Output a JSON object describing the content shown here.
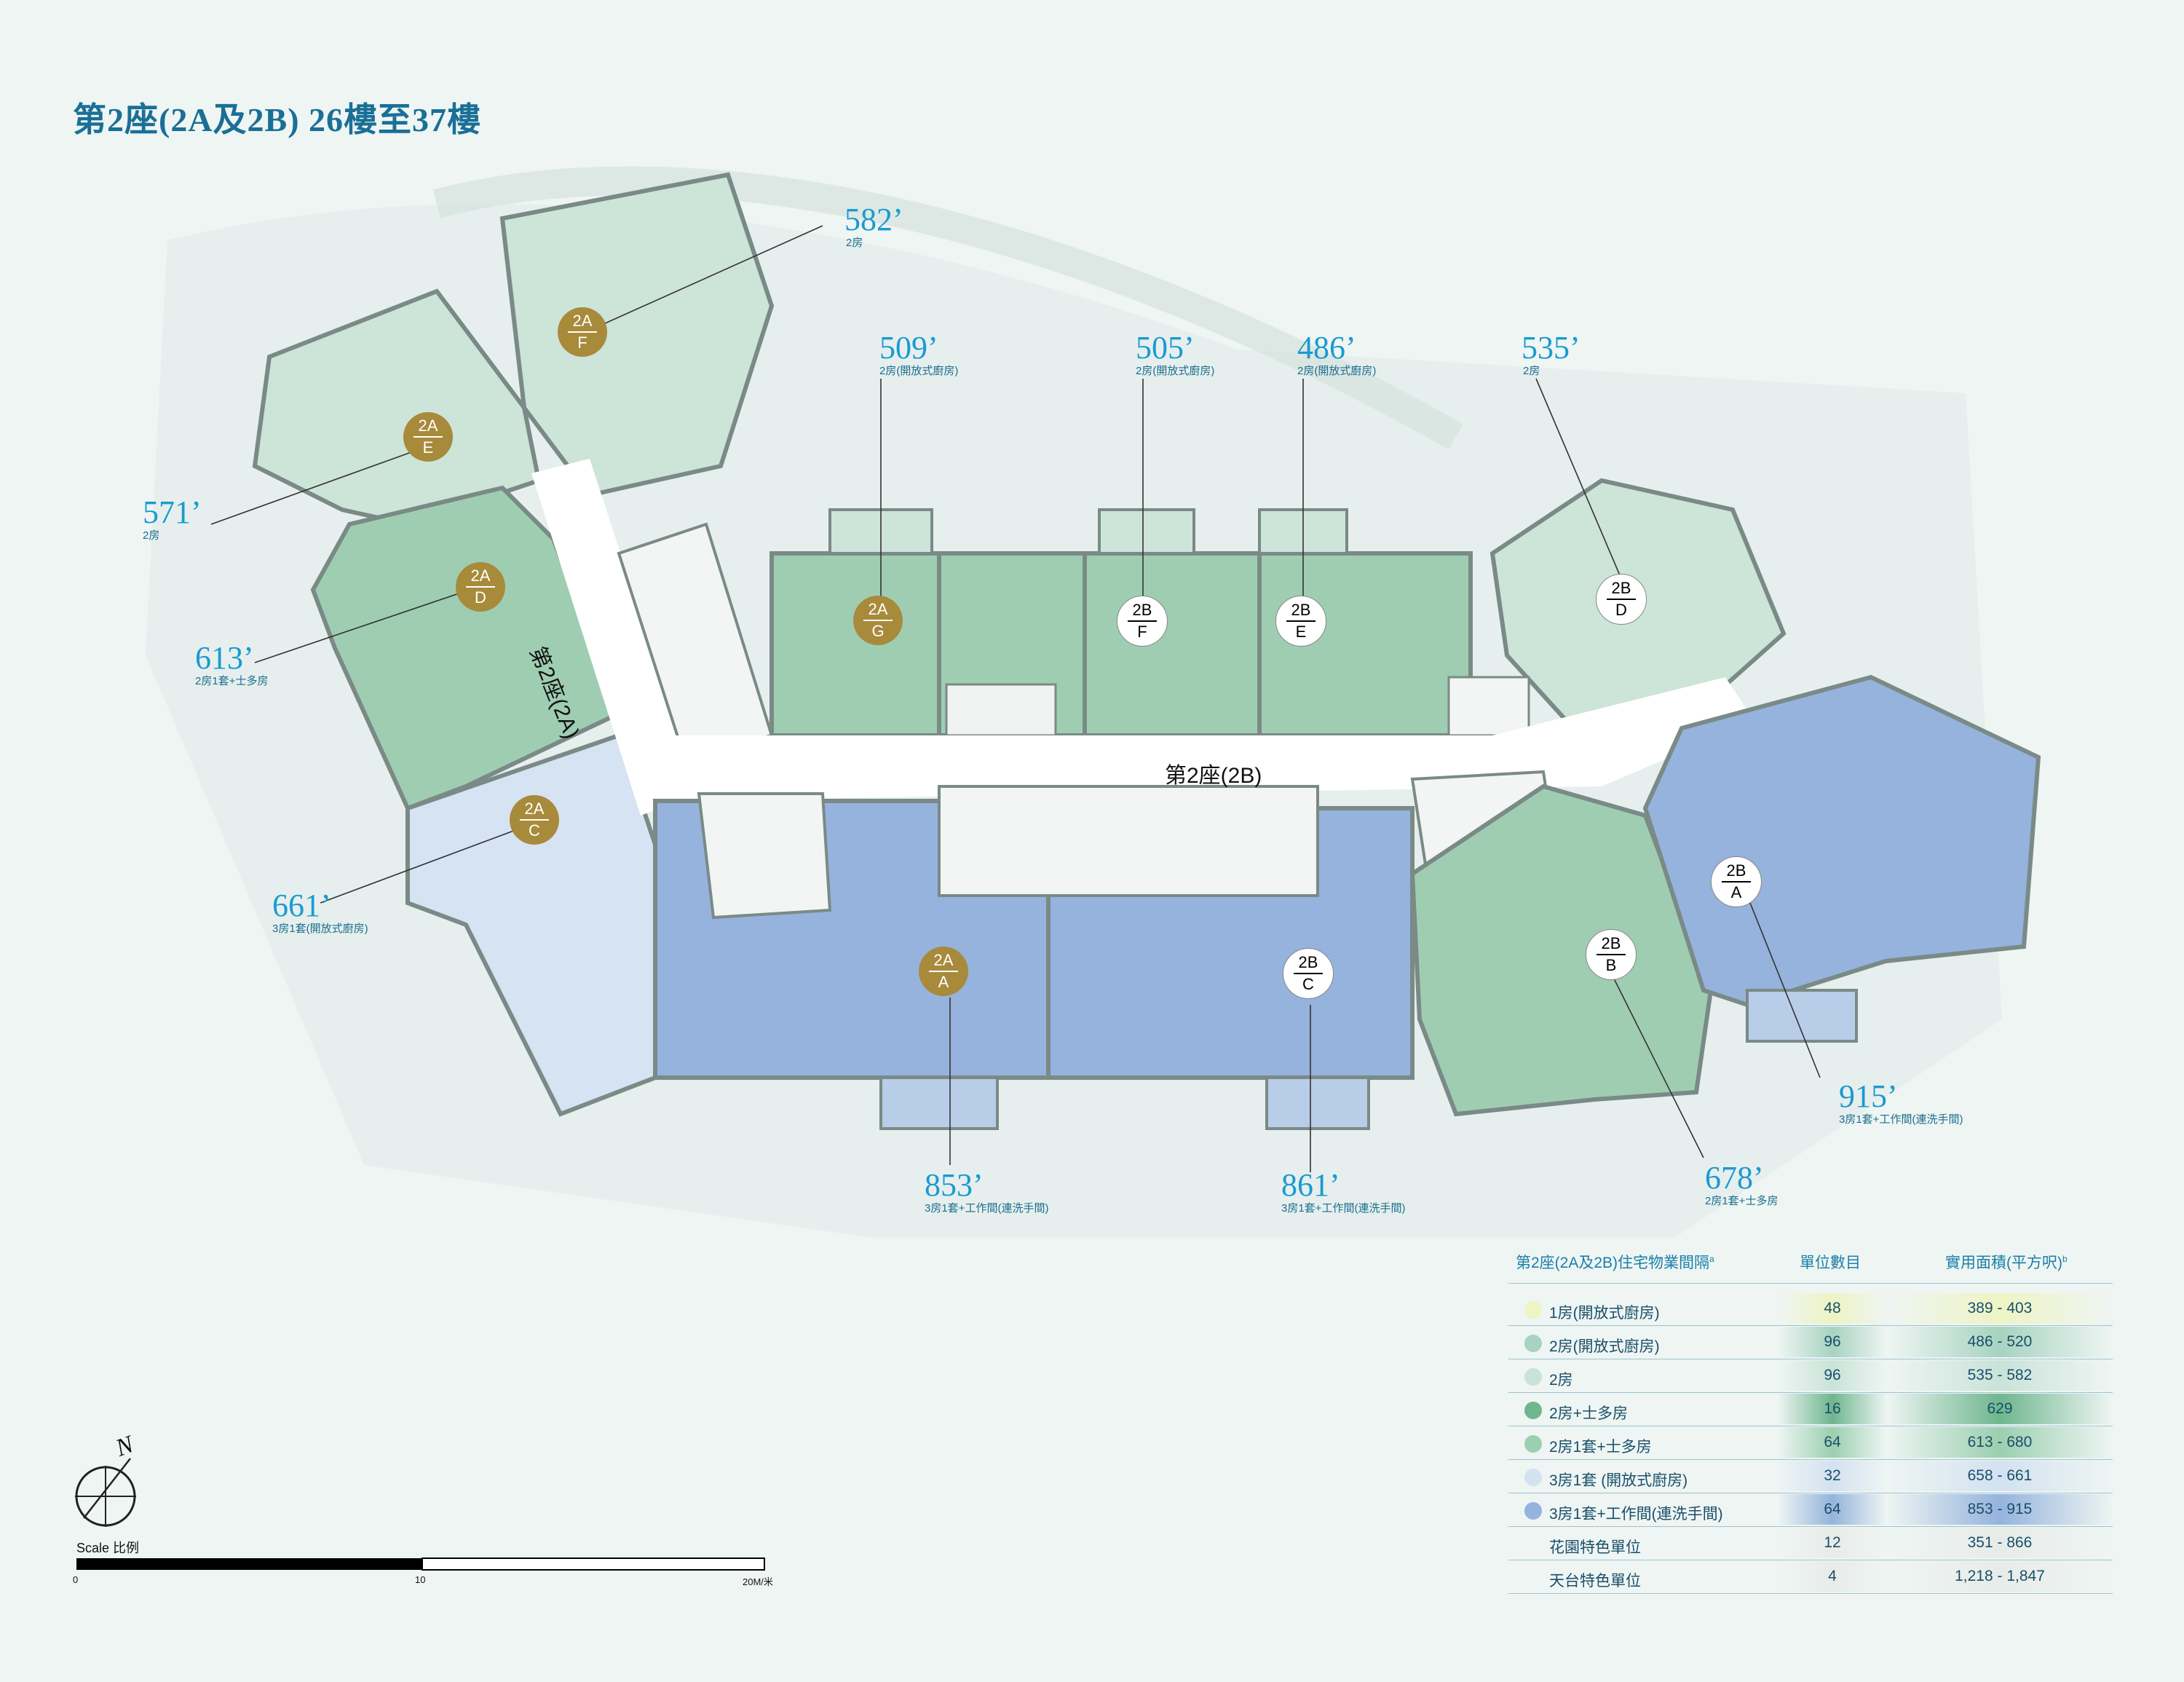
{
  "title": "第2座(2A及2B) 26樓至37樓",
  "corridors": {
    "tower_2a": "第2座(2A)",
    "tower_2b": "第2座(2B)"
  },
  "units": [
    {
      "tower": "2A",
      "flat": "F",
      "area": "582’",
      "type": "2房"
    },
    {
      "tower": "2A",
      "flat": "E",
      "area": "571’",
      "type": "2房"
    },
    {
      "tower": "2A",
      "flat": "D",
      "area": "613’",
      "type": "2房1套+士多房"
    },
    {
      "tower": "2A",
      "flat": "C",
      "area": "661’",
      "type": "3房1套(開放式廚房)"
    },
    {
      "tower": "2A",
      "flat": "G",
      "area": "509’",
      "type": "2房(開放式廚房)"
    },
    {
      "tower": "2B",
      "flat": "F",
      "area": "505’",
      "type": "2房(開放式廚房)"
    },
    {
      "tower": "2B",
      "flat": "E",
      "area": "486’",
      "type": "2房(開放式廚房)"
    },
    {
      "tower": "2B",
      "flat": "D",
      "area": "535’",
      "type": "2房"
    },
    {
      "tower": "2A",
      "flat": "A",
      "area": "853’",
      "type": "3房1套+工作間(連洗手間)"
    },
    {
      "tower": "2B",
      "flat": "C",
      "area": "861’",
      "type": "3房1套+工作間(連洗手間)"
    },
    {
      "tower": "2B",
      "flat": "B",
      "area": "678’",
      "type": "2房1套+士多房"
    },
    {
      "tower": "2B",
      "flat": "A",
      "area": "915’",
      "type": "3房1套+工作間(連洗手間)"
    }
  ],
  "legend": {
    "header_type": "第2座(2A及2B)住宅物業間隔",
    "header_type_sup": "a",
    "header_count": "單位數目",
    "header_area": "實用面積(平方呎)",
    "header_area_sup": "b",
    "rows": [
      {
        "label": "1房(開放式廚房)",
        "count": "48",
        "range": "389 - 403",
        "color": "#eef4c4"
      },
      {
        "label": "2房(開放式廚房)",
        "count": "96",
        "range": "486 - 520",
        "color": "#a7d3c0"
      },
      {
        "label": "2房",
        "count": "96",
        "range": "535 - 582",
        "color": "#c9e3d8"
      },
      {
        "label": "2房+士多房",
        "count": "16",
        "range": "629",
        "color": "#6fb68f"
      },
      {
        "label": "2房1套+士多房",
        "count": "64",
        "range": "613 - 680",
        "color": "#9ccfb0"
      },
      {
        "label": "3房1套 (開放式廚房)",
        "count": "32",
        "range": "658 - 661",
        "color": "#d3e2f1"
      },
      {
        "label": "3房1套+工作間(連洗手間)",
        "count": "64",
        "range": "853 - 915",
        "color": "#95b3dc"
      },
      {
        "label": "花園特色單位",
        "count": "12",
        "range": "351 - 866",
        "color": ""
      },
      {
        "label": "天台特色單位",
        "count": "4",
        "range": "1,218 - 1,847",
        "color": ""
      }
    ]
  },
  "north": "N",
  "scale": {
    "label": "Scale 比例",
    "ticks": [
      "0",
      "10",
      "20M/米"
    ]
  },
  "colors": {
    "background": "#eef5f3",
    "title": "#1a6f96",
    "area_label": "#1b9ad0",
    "badge_gold": "#a88a3b"
  }
}
